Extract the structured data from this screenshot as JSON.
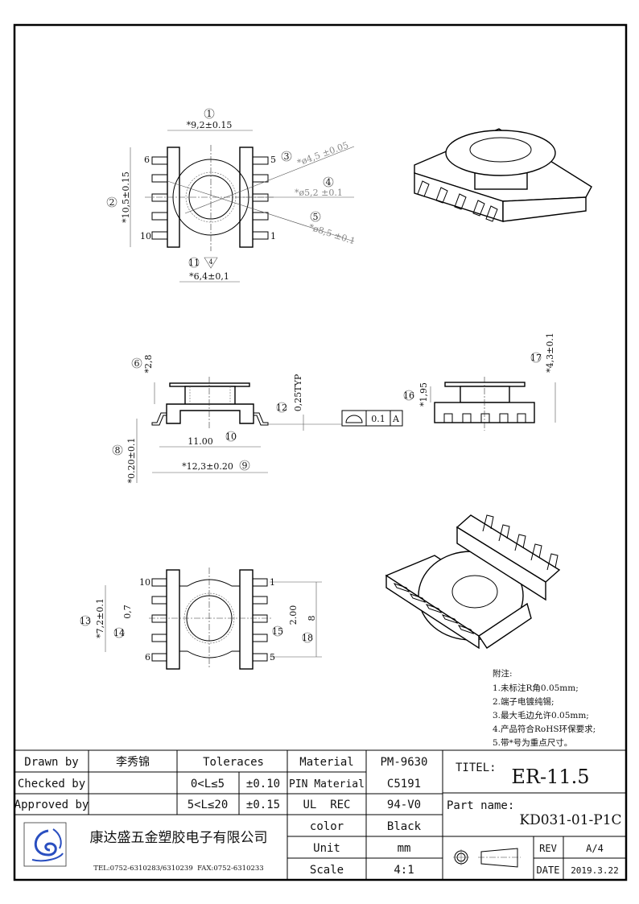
{
  "top_view": {
    "dims": {
      "d1": {
        "num": "1",
        "text": "*9,2±0.15"
      },
      "d2": {
        "num": "2",
        "text": "*10,5±0.15"
      },
      "d3": {
        "num": "3",
        "text": "*ø4,5 ±0.05"
      },
      "d4": {
        "num": "4",
        "text": "*ø5,2 ±0.1"
      },
      "d5": {
        "num": "5",
        "text": "*ø8,5 ±0.1"
      },
      "d11": {
        "num": "11",
        "text": "*6,4±0,1",
        "flag": "4"
      }
    },
    "pins": {
      "p6": "6",
      "p5": "5",
      "p10": "10",
      "p1": "1"
    }
  },
  "side_view": {
    "d6": {
      "num": "6",
      "text": "*2,8"
    },
    "d8": {
      "num": "8",
      "text": "*0.20±0.1"
    },
    "d9": {
      "num": "9",
      "text": "*12,3±0.20"
    },
    "d10": {
      "num": "10",
      "text": "11.00"
    },
    "d12": {
      "num": "12",
      "text": "0,25TYP"
    },
    "flatness": {
      "value": "0.1",
      "datum": "A"
    }
  },
  "end_view": {
    "d16": {
      "num": "16",
      "text": "*1,95"
    },
    "d17": {
      "num": "17",
      "text": "*4,3±0.1"
    }
  },
  "bottom_view": {
    "d13": {
      "num": "13",
      "text": "*7,2±0.1"
    },
    "d14": {
      "num": "14",
      "text": "0,7"
    },
    "d15": {
      "num": "15",
      "text": "2.00"
    },
    "d18": {
      "num": "18",
      "text": "8"
    },
    "pins": {
      "p10": "10",
      "p1": "1",
      "p6": "6",
      "p5": "5"
    }
  },
  "notes": {
    "heading": "附注:",
    "items": [
      "1.未标注R角0.05mm;",
      "2.端子电镀纯锡;",
      "3.最大毛边允许0.05mm;",
      "4.产品符合RoHS环保要求;",
      "5.带*号为重点尺寸。"
    ]
  },
  "title_block": {
    "drawn_by_label": "Drawn by",
    "drawn_by": "李秀锦",
    "checked_by_label": "Checked by",
    "approved_by_label": "Approved by",
    "tolerances_label": "Toleraces",
    "tol_rows": [
      {
        "range": "0<L≤5",
        "tol": "±0.10"
      },
      {
        "range": "5<L≤20",
        "tol": "±0.15"
      }
    ],
    "material_label": "Material",
    "material": "PM-9630",
    "pin_material_label": "PIN Material",
    "pin_material": "C5191",
    "ul_label": "UL  REC",
    "ul": "94-V0",
    "color_label": "color",
    "color": "Black",
    "unit_label": "Unit",
    "unit": "mm",
    "scale_label": "Scale",
    "scale": "4:1",
    "company": "康达盛五金塑胶电子有限公司",
    "contact": "TEL:0752-6310283/6310239  FAX:0752-6310233",
    "title_label": "TITEL:",
    "title": "ER-11.5",
    "part_name_label": "Part name:",
    "part_name": "KD031-01-P1C",
    "rev_label": "REV",
    "rev": "A/4",
    "date_label": "DATE",
    "date": "2019.3.22",
    "logo_color": "#2a4fc0"
  }
}
